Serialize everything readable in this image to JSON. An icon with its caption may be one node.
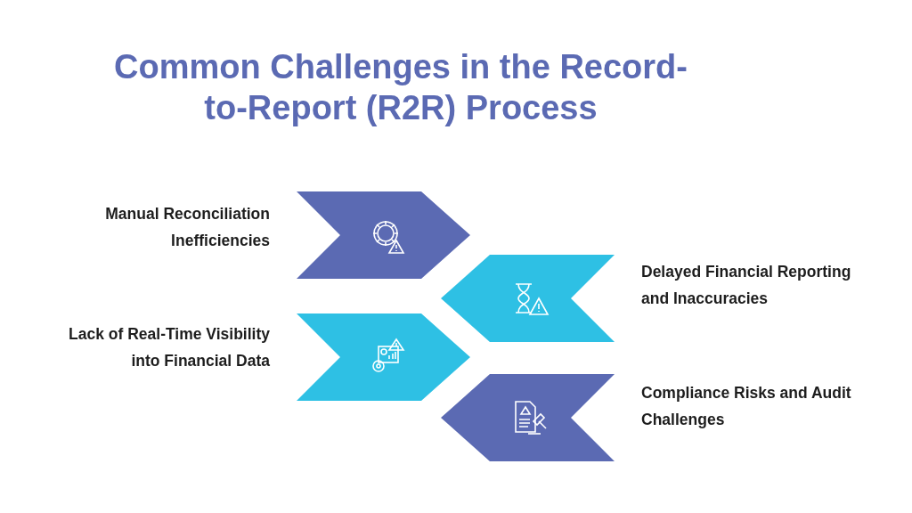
{
  "diagram": {
    "title": "Common Challenges in the Record-to-Report (R2R) Process",
    "nodes": [
      {
        "text": [
          "Manual Reconciliation Inefficiencies"
        ]
      },
      {
        "text": [
          "Delayed Financial Reporting and Inaccuracies"
        ]
      },
      {
        "text": [
          "Lack of Real-Time Visibility into Financial Data"
        ]
      },
      {
        "text": [
          "Compliance Risks and Audit Challenges"
        ]
      }
    ]
  }
}
